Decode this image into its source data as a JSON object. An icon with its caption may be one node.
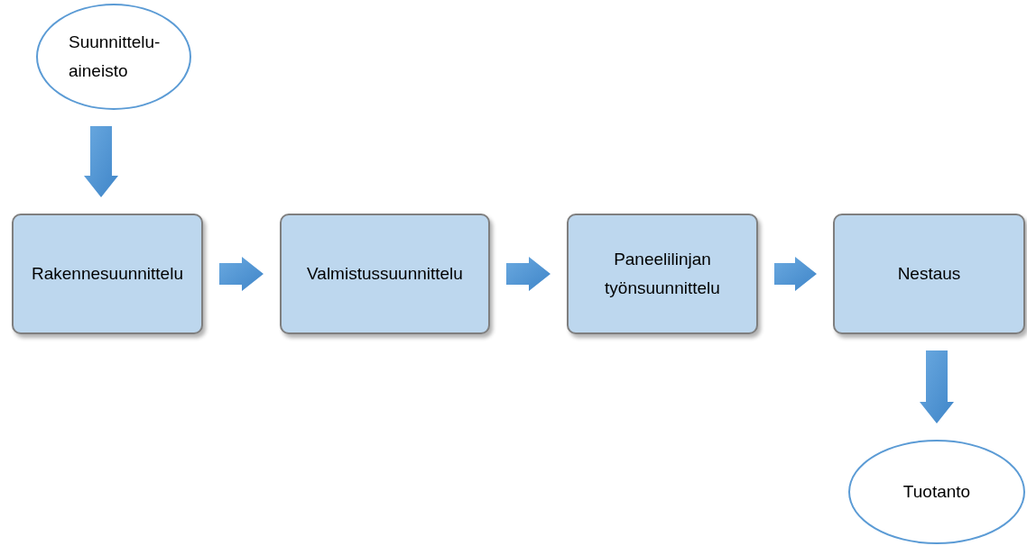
{
  "diagram": {
    "nodes": [
      {
        "text": [
          "Suunnittelu- aineisto"
        ]
      },
      {
        "text": [
          "Rakennesuunnittelu"
        ]
      },
      {
        "text": [
          "Valmistussuunnittelu"
        ]
      },
      {
        "text": [
          "Paneelilinjan työnsuunnittelu"
        ]
      },
      {
        "text": [
          "Nestaus"
        ]
      },
      {
        "text": [
          "Tuotanto"
        ]
      }
    ],
    "edges": [
      {
        "from": 0,
        "to": 1,
        "arrow": "to",
        "style": "thick"
      },
      {
        "from": 1,
        "to": 2,
        "arrow": "to",
        "style": "thick"
      },
      {
        "from": 2,
        "to": 3,
        "arrow": "to",
        "style": "thick"
      },
      {
        "from": 3,
        "to": 4,
        "arrow": "to",
        "style": "thick"
      },
      {
        "from": 4,
        "to": 5,
        "arrow": "to",
        "style": "thick"
      }
    ]
  }
}
